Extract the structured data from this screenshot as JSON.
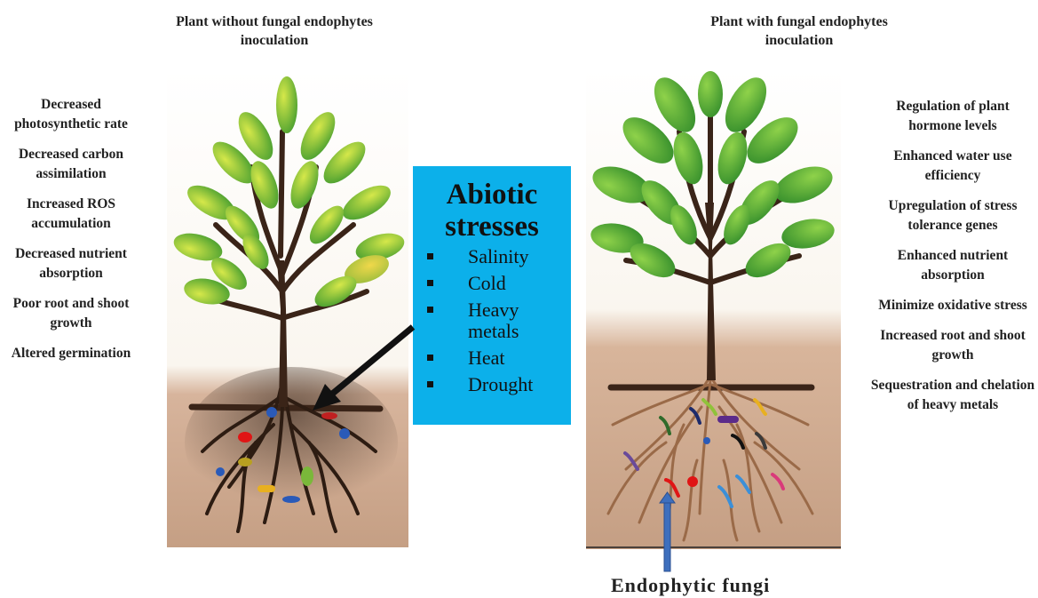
{
  "left_title": "Plant without fungal endophytes inoculation",
  "right_title": "Plant with fungal endophytes inoculation",
  "left_effects": [
    "Decreased photosynthetic rate",
    "Decreased carbon assimilation",
    "Increased ROS accumulation",
    "Decreased nutrient absorption",
    "Poor root and shoot growth",
    "Altered germination"
  ],
  "right_effects": [
    "Regulation of plant hormone levels",
    "Enhanced water use efficiency",
    "Upregulation of stress tolerance genes",
    "Enhanced nutrient absorption",
    "Minimize oxidative stress",
    "Increased root and shoot growth",
    "Sequestration and chelation of heavy metals"
  ],
  "stress_box": {
    "title": "Abiotic stresses",
    "items": [
      "Salinity",
      "Cold",
      "Heavy metals",
      "Heat",
      "Drought"
    ]
  },
  "fungi_label": "Endophytic fungi",
  "colors": {
    "stress_box": "#0cb0ea",
    "soil": "#c79a7c",
    "trunk": "#3a2418",
    "leaf_dark": "#2e8b2a",
    "leaf_light": "#7fc63a",
    "leaf_yellow": "#d9c23a",
    "arrow_black": "#111111",
    "arrow_blue": "#3d6fbe"
  },
  "fungi_colors": [
    "#5b2b8a",
    "#2f6b2a",
    "#1c2a6b",
    "#8fc23a",
    "#e8b020",
    "#111111",
    "#3a3a3a",
    "#d93a7a",
    "#3b8fd8",
    "#e01515",
    "#6a4a9a"
  ]
}
